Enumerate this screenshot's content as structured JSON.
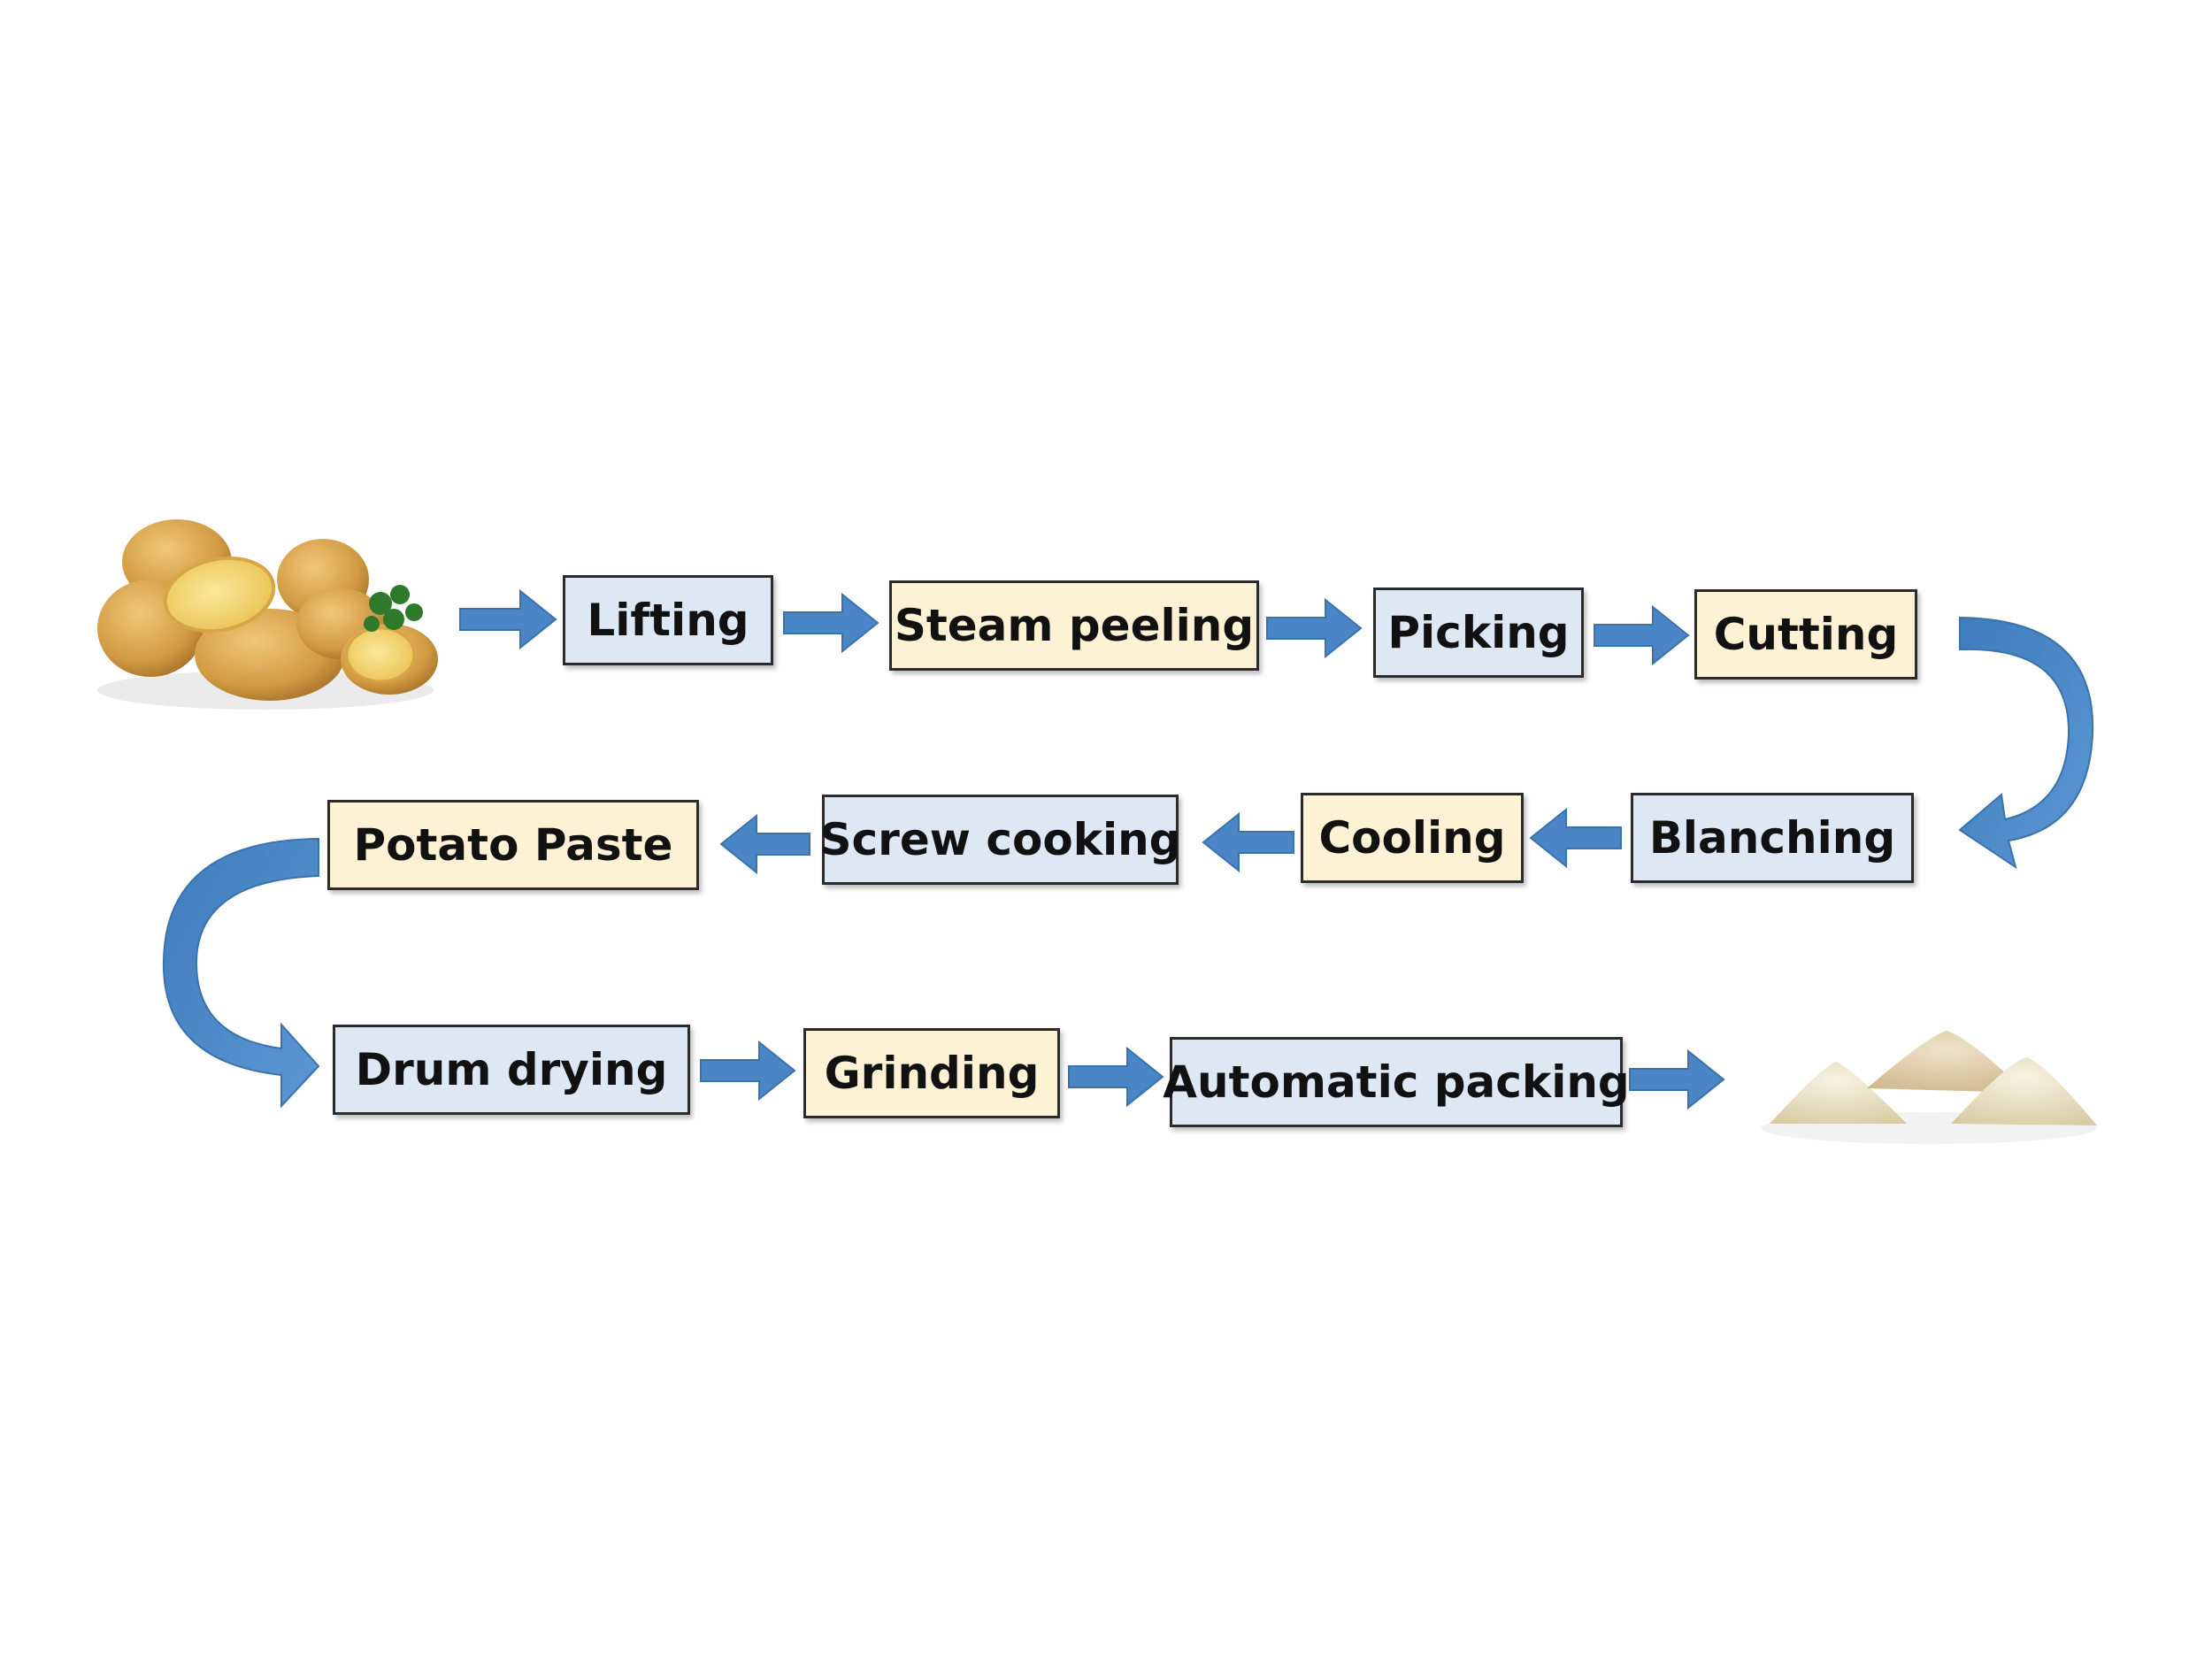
{
  "colors": {
    "arrow": "#4a86c5",
    "arrow_dark": "#3a72ad",
    "box_blue": "#dde8f4",
    "box_yellow": "#fdf3d4",
    "potato": "#d9a54a",
    "potato_flesh": "#f3d36b",
    "powder": "#e9dfc3"
  },
  "icons": {
    "start": "raw-potatoes-image",
    "end": "potato-powder-image"
  },
  "steps": [
    {
      "id": "lifting",
      "label": "Lifting"
    },
    {
      "id": "steam-peeling",
      "label": "Steam peeling"
    },
    {
      "id": "picking",
      "label": "Picking"
    },
    {
      "id": "cutting",
      "label": "Cutting"
    },
    {
      "id": "blanching",
      "label": "Blanching"
    },
    {
      "id": "cooling",
      "label": "Cooling"
    },
    {
      "id": "screw-cooking",
      "label": "Screw cooking"
    },
    {
      "id": "potato-paste",
      "label": "Potato Paste"
    },
    {
      "id": "drum-drying",
      "label": "Drum drying"
    },
    {
      "id": "grinding",
      "label": "Grinding"
    },
    {
      "id": "automatic-packing",
      "label": "Automatic packing"
    }
  ]
}
